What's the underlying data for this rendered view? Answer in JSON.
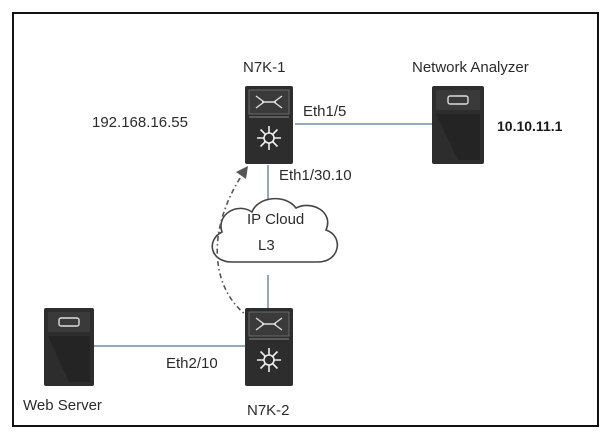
{
  "devices": {
    "n7k1": {
      "label": "N7K-1",
      "ip": "192.168.16.55"
    },
    "n7k2": {
      "label": "N7K-2"
    },
    "analyzer": {
      "label": "Network Analyzer",
      "ip": "10.10.11.1"
    },
    "webserver": {
      "label": "Web Server"
    }
  },
  "interfaces": {
    "n7k1_to_analyzer": "Eth1/5",
    "n7k1_to_cloud": "Eth1/30.10",
    "n7k2_to_webserver": "Eth2/10"
  },
  "cloud": {
    "line1": "IP Cloud",
    "line2": "L3"
  },
  "colors": {
    "device_body": "#2d2d2d",
    "device_face": "#3a3a3a",
    "link": "#8fa9bf",
    "arrow": "#555555",
    "cloud_fill": "#ffffff",
    "cloud_stroke": "#444444"
  }
}
